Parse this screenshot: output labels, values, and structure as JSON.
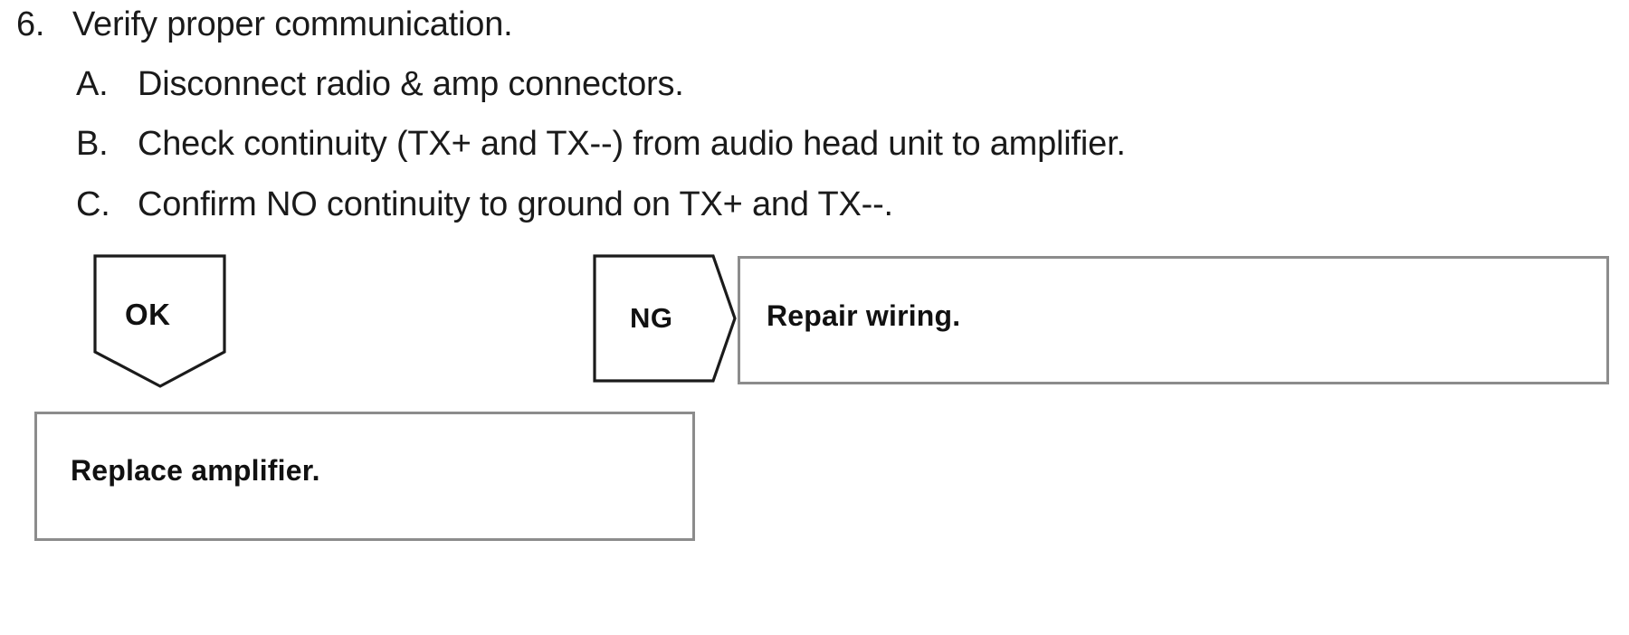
{
  "document": {
    "background_color": "#ffffff",
    "text_color": "#1a1a1a",
    "box_border_color": "#8c8c8c",
    "shape_outline_color": "#111111"
  },
  "procedure": {
    "step_number": "6.",
    "step_title": "Verify proper communication.",
    "substeps": [
      {
        "letter": "A.",
        "text": "Disconnect radio & amp connectors."
      },
      {
        "letter": "B.",
        "text": "Check continuity (TX+ and TX--) from audio head unit to amplifier."
      },
      {
        "letter": "C.",
        "text": "Confirm NO continuity to ground on TX+ and TX--."
      }
    ]
  },
  "flowchart": {
    "type": "troubleshooting-branch",
    "ok_branch": {
      "marker_label": "OK",
      "marker_shape": "rectangle-with-down-arrow-point",
      "result_label": "Replace amplifier."
    },
    "ng_branch": {
      "marker_label": "NG",
      "marker_shape": "rectangle-with-right-arrow-point",
      "result_label": "Repair wiring."
    }
  }
}
